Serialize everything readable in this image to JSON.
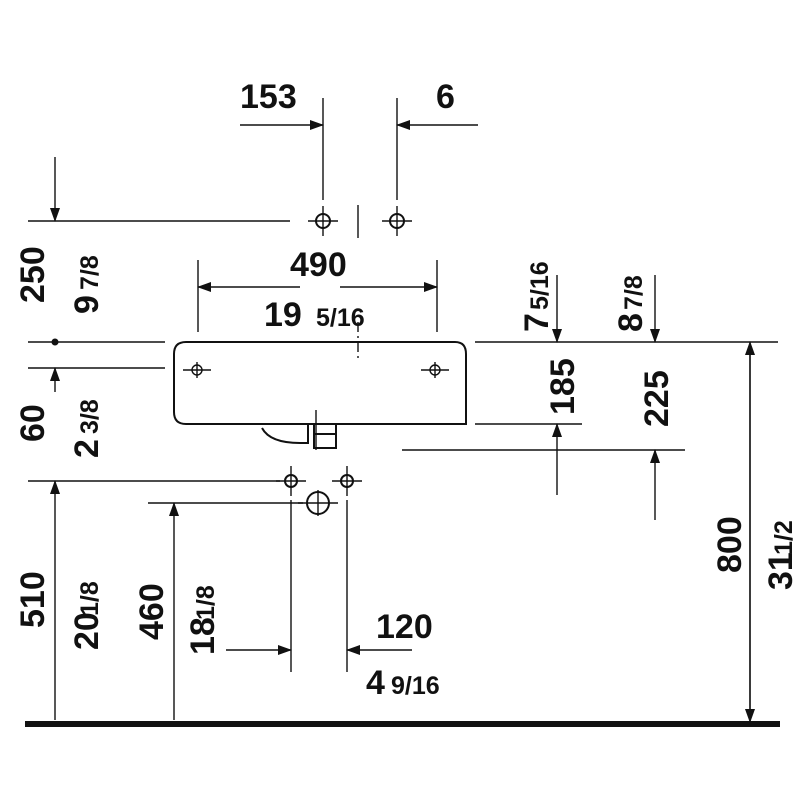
{
  "colors": {
    "ink": "#111111",
    "background": "#ffffff"
  },
  "dimensions": {
    "d153": "153",
    "d6": "6",
    "d490": "490",
    "d19": "19",
    "d19_frac": "5/16",
    "d250": "250",
    "d9": "9",
    "d9_frac": "7/8",
    "d7": "7",
    "d7_frac": "5/16",
    "d8": "8",
    "d8_frac": "7/8",
    "d185": "185",
    "d225": "225",
    "d60": "60",
    "d2": "2",
    "d2_frac": "3/8",
    "d800": "800",
    "d31": "31",
    "d31_frac": "1/2",
    "d510": "510",
    "d20": "20",
    "d20_frac": "1/8",
    "d460": "460",
    "d18": "18",
    "d18_frac": "1/8",
    "d120": "120",
    "d4": "4",
    "d4_frac": "9/16"
  }
}
